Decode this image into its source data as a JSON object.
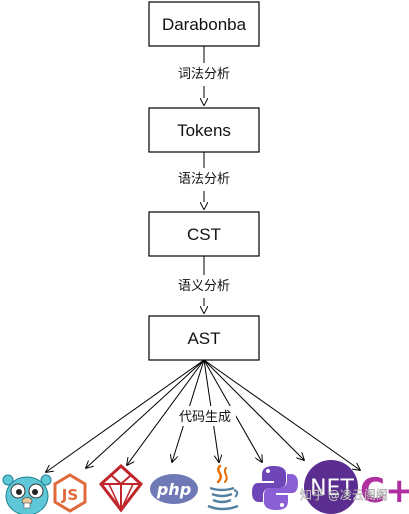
{
  "nodes": {
    "darabonba": "Darabonba",
    "tokens": "Tokens",
    "cst": "CST",
    "ast": "AST"
  },
  "edges": {
    "lexical": "词法分析",
    "syntax": "语法分析",
    "semantic": "语义分析",
    "codegen": "代码生成"
  },
  "targets": [
    {
      "icon": "golang-gopher-icon"
    },
    {
      "icon": "nodejs-icon"
    },
    {
      "icon": "ruby-icon"
    },
    {
      "icon": "php-icon",
      "text": "php"
    },
    {
      "icon": "java-icon"
    },
    {
      "icon": "python-icon"
    },
    {
      "icon": "dotnet-icon",
      "text": "NET"
    },
    {
      "icon": "cpp-icon",
      "text": "C++"
    }
  ],
  "watermark": "知乎 @凌云阁阁",
  "colors": {
    "go": "#5fc8d8",
    "node": "#e06a3a",
    "ruby": "#c0252b",
    "php": "#6f79b5",
    "java_cup": "#5382a1",
    "java_steam": "#e76f00",
    "python_blue": "#6e46b8",
    "dotnet": "#5c2d91",
    "cpp": "#b02fa0"
  }
}
